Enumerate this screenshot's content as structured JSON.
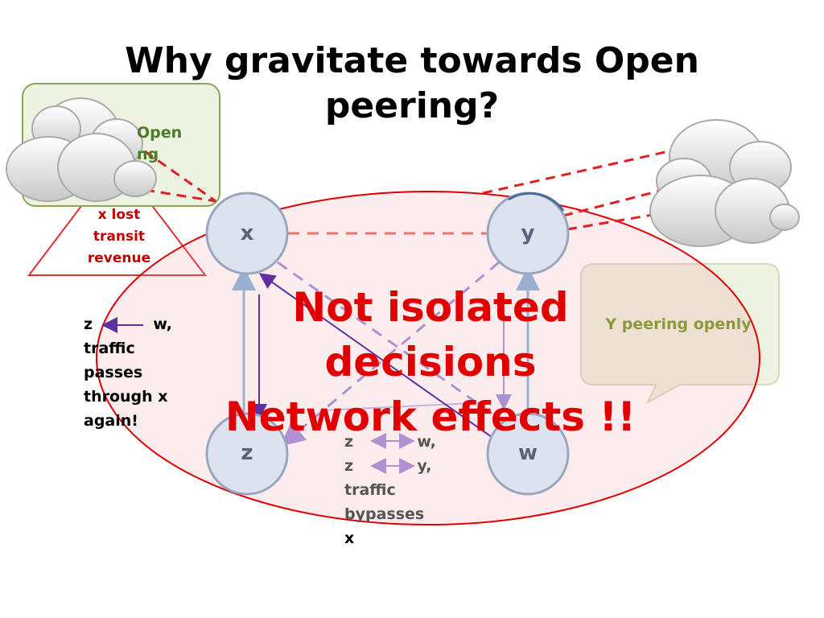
{
  "title": {
    "line1": "Why gravitate towards Open",
    "line2": "peering?"
  },
  "nodes": {
    "x": "x",
    "y": "y",
    "z": "z",
    "w": "w"
  },
  "callouts": {
    "left_bubble_line1": "Open",
    "left_bubble_line2": "ng",
    "right_bubble": "Y peering openly"
  },
  "lost_revenue": {
    "line1": "x lost",
    "line2": "transit",
    "line3": "revenue"
  },
  "left_caption": {
    "line1_a": "z",
    "line1_b": "w,",
    "line2": "traffic",
    "line3": "passes",
    "line4": "through x",
    "line5": "again!"
  },
  "bottom_caption": {
    "line1_a": "z",
    "line1_b": "w,",
    "line2_a": "z",
    "line2_b": "y,",
    "line3": "traffic",
    "line4": "bypasses",
    "line5": "x"
  },
  "highlight": {
    "line1": "Not isolated",
    "line2": "decisions",
    "line3": "Network effects !!"
  },
  "colors": {
    "red": "#e00000",
    "node_fill": "#dde3ee",
    "node_stroke": "#9aa6bf",
    "purple": "#6030a0",
    "light_purple": "#b090d0",
    "steel_blue": "#9ab0d0",
    "bubble_fill": "#eef2e0",
    "bubble_stroke": "#8aa65a"
  }
}
